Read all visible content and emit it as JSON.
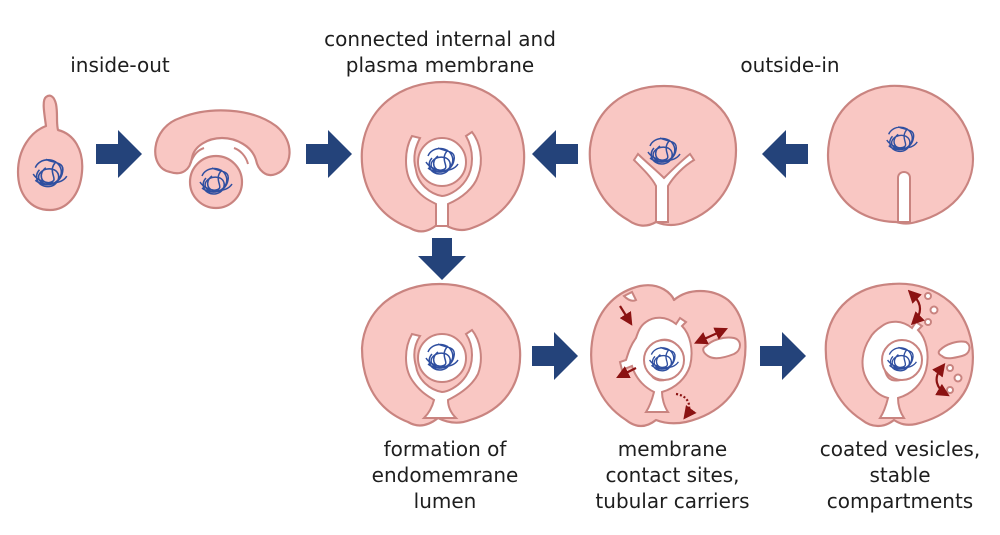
{
  "labels": {
    "inside_out": "inside-out",
    "connected": [
      "connected internal and",
      "plasma membrane"
    ],
    "outside_in": "outside-in",
    "formation": [
      "formation of",
      "endomemrane",
      "lumen"
    ],
    "contact": [
      "membrane",
      "contact sites,",
      "tubular carriers"
    ],
    "coated": [
      "coated vesicles,",
      "stable",
      "compartments"
    ]
  },
  "colors": {
    "cell_fill": "#f9c7c3",
    "cell_outline": "#c98480",
    "chromatin": "#2f4fa0",
    "flow_arrow": "#24437a",
    "transport_arrow": "#8b1212"
  }
}
